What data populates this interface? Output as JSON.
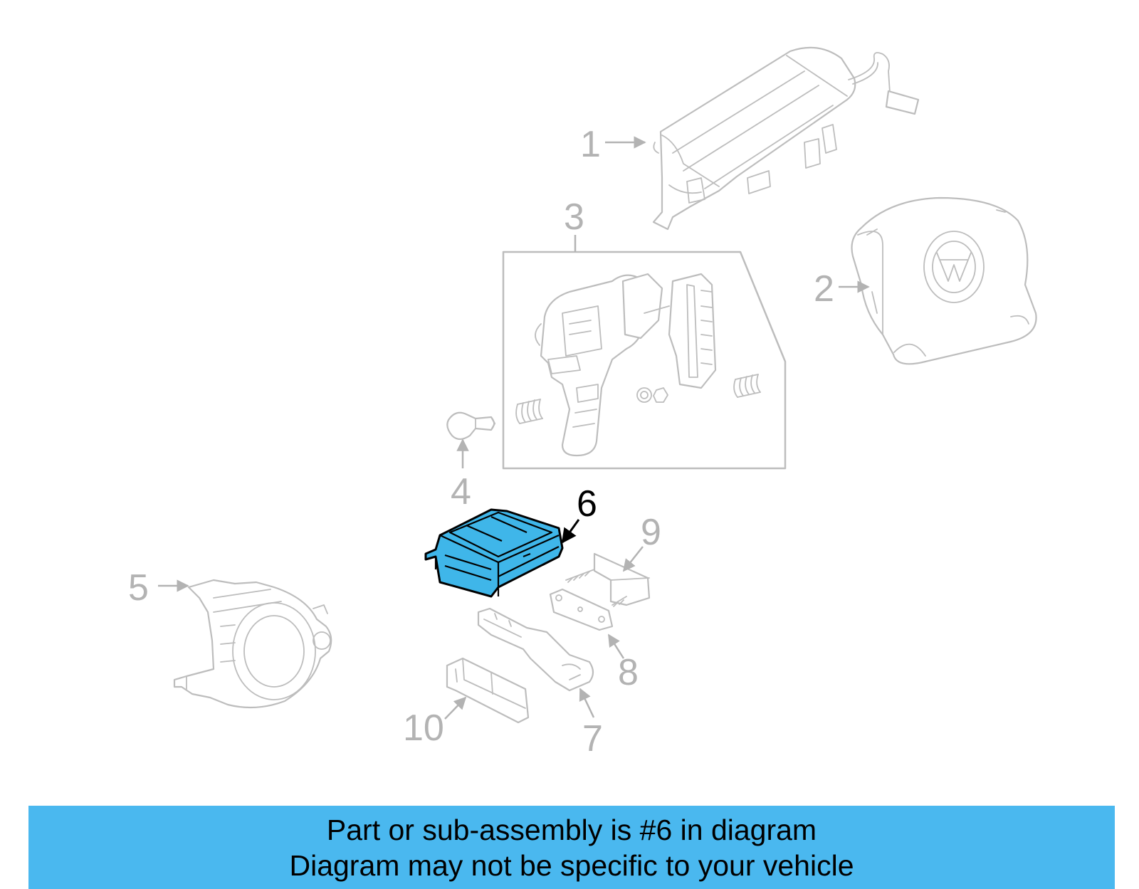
{
  "callouts": {
    "c1": "1",
    "c2": "2",
    "c3": "3",
    "c4": "4",
    "c5": "5",
    "c6": "6",
    "c7": "7",
    "c8": "8",
    "c9": "9",
    "c10": "10"
  },
  "highlighted_part": "6",
  "colors": {
    "highlight_fill": "#3fb6e9",
    "banner_background": "#4ab8ef",
    "muted_line": "#bdbdbd"
  },
  "banner": {
    "line1": "Part or sub-assembly is #6 in diagram",
    "line2": "Diagram may not be specific to your vehicle"
  }
}
